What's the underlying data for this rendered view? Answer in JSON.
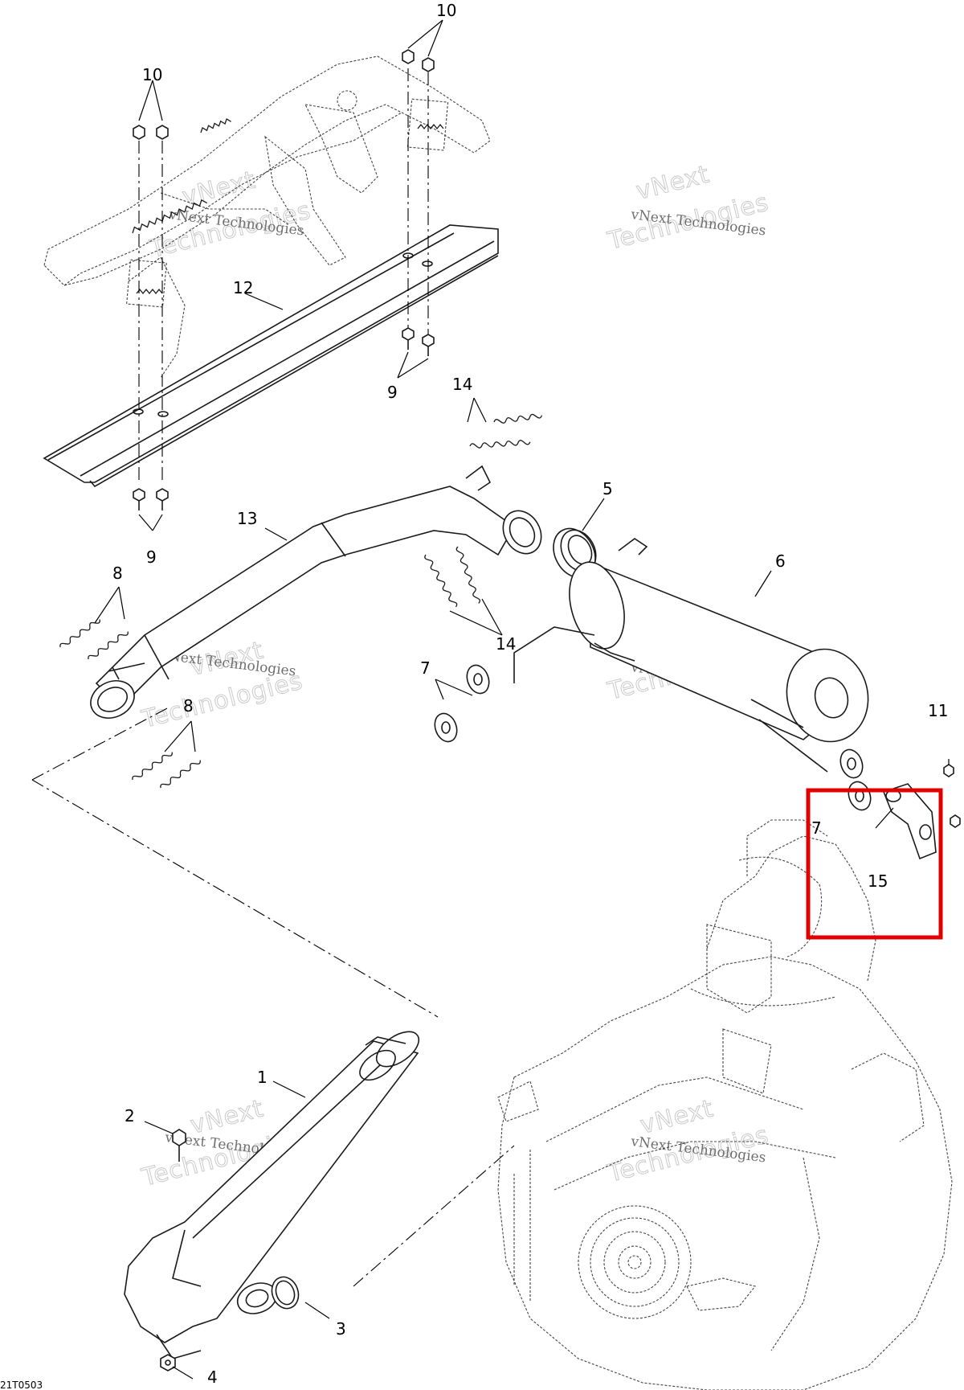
{
  "diagram": {
    "document_code": "21T0503",
    "watermark": {
      "large": "Technologies",
      "small": "vNext Technologies",
      "stamp_top": "vNext"
    },
    "callouts": [
      {
        "id": "c10a",
        "label": "10"
      },
      {
        "id": "c10b",
        "label": "10"
      },
      {
        "id": "c12",
        "label": "12"
      },
      {
        "id": "c9a",
        "label": "9"
      },
      {
        "id": "c9b",
        "label": "9"
      },
      {
        "id": "c14a",
        "label": "14"
      },
      {
        "id": "c14b",
        "label": "14"
      },
      {
        "id": "c5",
        "label": "5"
      },
      {
        "id": "c6",
        "label": "6"
      },
      {
        "id": "c13",
        "label": "13"
      },
      {
        "id": "c8a",
        "label": "8"
      },
      {
        "id": "c8b",
        "label": "8"
      },
      {
        "id": "c7a",
        "label": "7"
      },
      {
        "id": "c7b",
        "label": "7"
      },
      {
        "id": "c11",
        "label": "11"
      },
      {
        "id": "c15",
        "label": "15"
      },
      {
        "id": "c1",
        "label": "1"
      },
      {
        "id": "c2",
        "label": "2"
      },
      {
        "id": "c3",
        "label": "3"
      },
      {
        "id": "c4",
        "label": "4"
      }
    ],
    "highlight_color": "#e00000"
  }
}
